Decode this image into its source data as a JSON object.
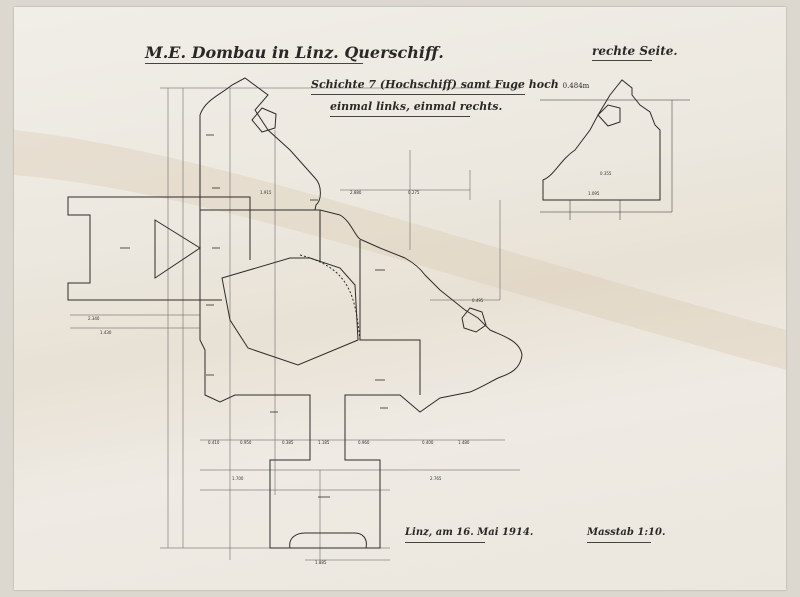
{
  "drawing": {
    "title": "M.E. Dombau in Linz. Querschiff.",
    "side_label": "rechte Seite.",
    "layer_label": "Schichte 7 (Hochschiff) samt Fuge hoch",
    "layer_height": "0.484m",
    "repeat_note": "einmal links, einmal rechts.",
    "place_date": "Linz, am 16. Mai 1914.",
    "scale": "Masstab 1:10."
  },
  "colors": {
    "paper": "#ece8df",
    "ink": "#2a2826",
    "stain": "#d9c9ae"
  },
  "dimensions": {
    "d1": "2.340",
    "d2": "1.430",
    "d3": "2.880",
    "d4": "0.275",
    "d5": "1.915",
    "d6": "0.410",
    "d7": "0.950",
    "d8": "0.385",
    "d9": "1.185",
    "d10": "0.960",
    "d11": "1.480",
    "d12": "0.400",
    "d13": "1.700",
    "d14": "2.765",
    "d15": "0.355",
    "d16": "1.095",
    "d17": "0.495",
    "d18": "1.885"
  }
}
